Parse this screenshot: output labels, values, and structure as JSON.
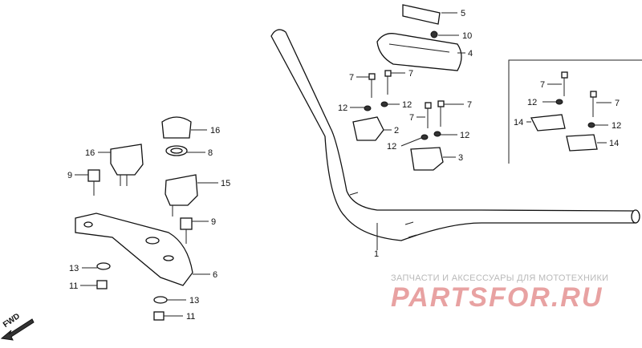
{
  "labels": {
    "l1": "1",
    "l2": "2",
    "l3": "3",
    "l4": "4",
    "l5": "5",
    "l6": "6",
    "l7a": "7",
    "l7b": "7",
    "l7c": "7",
    "l7d": "7",
    "l7e": "7",
    "l7f": "7",
    "l8": "8",
    "l9a": "9",
    "l9b": "9",
    "l10": "10",
    "l11a": "11",
    "l11b": "11",
    "l12a": "12",
    "l12b": "12",
    "l12c": "12",
    "l12d": "12",
    "l12e": "12",
    "l12f": "12",
    "l13a": "13",
    "l13b": "13",
    "l14a": "14",
    "l14b": "14",
    "l15": "15",
    "l16a": "16",
    "l16b": "16"
  },
  "watermark": {
    "tagline": "ЗАПЧАСТИ И АКСЕССУАРЫ ДЛЯ МОТОТЕХНИКИ",
    "logo": "PARTSFOR.RU"
  },
  "direction": "FWD",
  "colors": {
    "line": "#111111",
    "watermark_logo": "#e8a2a2",
    "watermark_text": "#b9b9b9"
  }
}
